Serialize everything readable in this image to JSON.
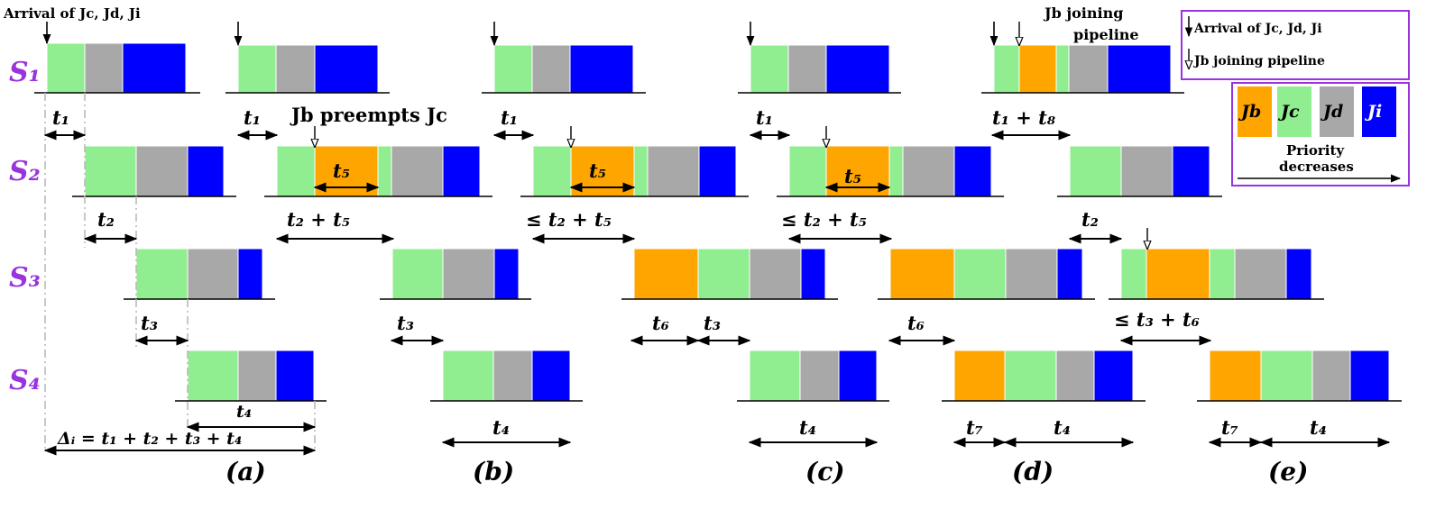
{
  "stages": [
    "S₁",
    "S₂",
    "S₃",
    "S₄"
  ],
  "colors": {
    "Jb": "#ffa500",
    "Jc": "#90ee90",
    "Jd": "#a8a8a8",
    "Ji": "#0000ff",
    "stage": "#9933dd",
    "box": "#9933dd"
  },
  "headers": {
    "arrival_top": "Arrival of Jc, Jd, Ji",
    "jb_joining": "Jb joining",
    "pipeline": "pipeline",
    "jb_preempts": "Jb preempts Jc"
  },
  "legend": {
    "arrival": "Arrival of Jc, Jd, Ji",
    "joining": "Jb joining pipeline",
    "jb": "Jb",
    "jc": "Jc",
    "jd": "Jd",
    "ji": "Ji",
    "priority_line1": "Priority",
    "priority_line2": "decreases"
  },
  "panel_labels": [
    "(a)",
    "(b)",
    "(c)",
    "(d)",
    "(e)"
  ],
  "time_labels": {
    "t1": "t₁",
    "t1_t8": "t₁ + t₈",
    "t2": "t₂",
    "t2_t5": "t₂ + t₅",
    "le_t2_t5": "≤ t₂ + t₅",
    "t3": "t₃",
    "t3_t6": "≤ t₃ + t₆",
    "t4": "t₄",
    "t5": "t₅",
    "t6": "t₆",
    "t7": "t₇",
    "delta": "Δᵢ = t₁ + t₂ + t₃ + t₄"
  }
}
